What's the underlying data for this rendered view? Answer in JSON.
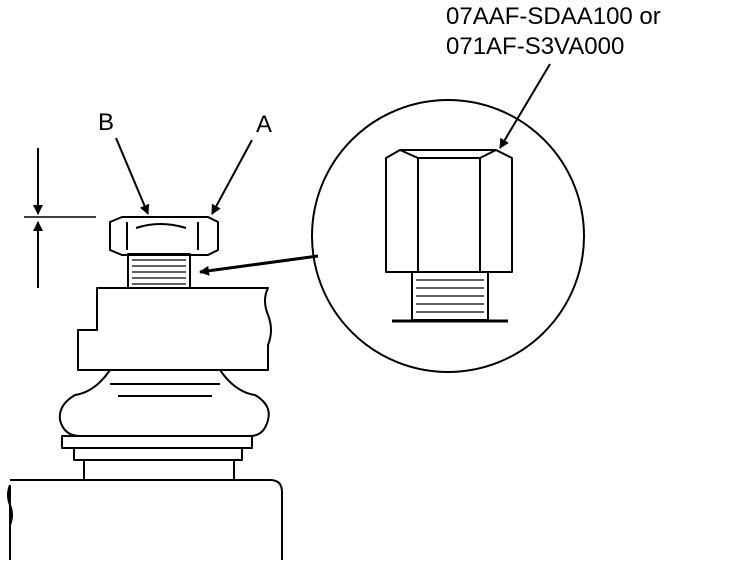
{
  "labels": {
    "a": "A",
    "b": "B"
  },
  "part_numbers": {
    "line1": "07AAF-SDAA100 or",
    "line2": "071AF-S3VA000"
  }
}
